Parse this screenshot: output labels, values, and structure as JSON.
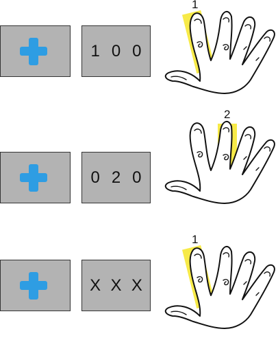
{
  "trials": [
    {
      "fixation": "plus-icon",
      "cue": [
        "1",
        "0",
        "0"
      ],
      "highlighted_finger": "index",
      "finger_label": "1"
    },
    {
      "fixation": "plus-icon",
      "cue": [
        "0",
        "2",
        "0"
      ],
      "highlighted_finger": "middle",
      "finger_label": "2"
    },
    {
      "fixation": "plus-icon",
      "cue": [
        "X",
        "X",
        "X"
      ],
      "highlighted_finger": "index",
      "finger_label": "1"
    }
  ],
  "colors": {
    "panel": "#b3b3b3",
    "fixation_cross": "#2e9de3",
    "finger_highlight": "#f7ea48"
  }
}
